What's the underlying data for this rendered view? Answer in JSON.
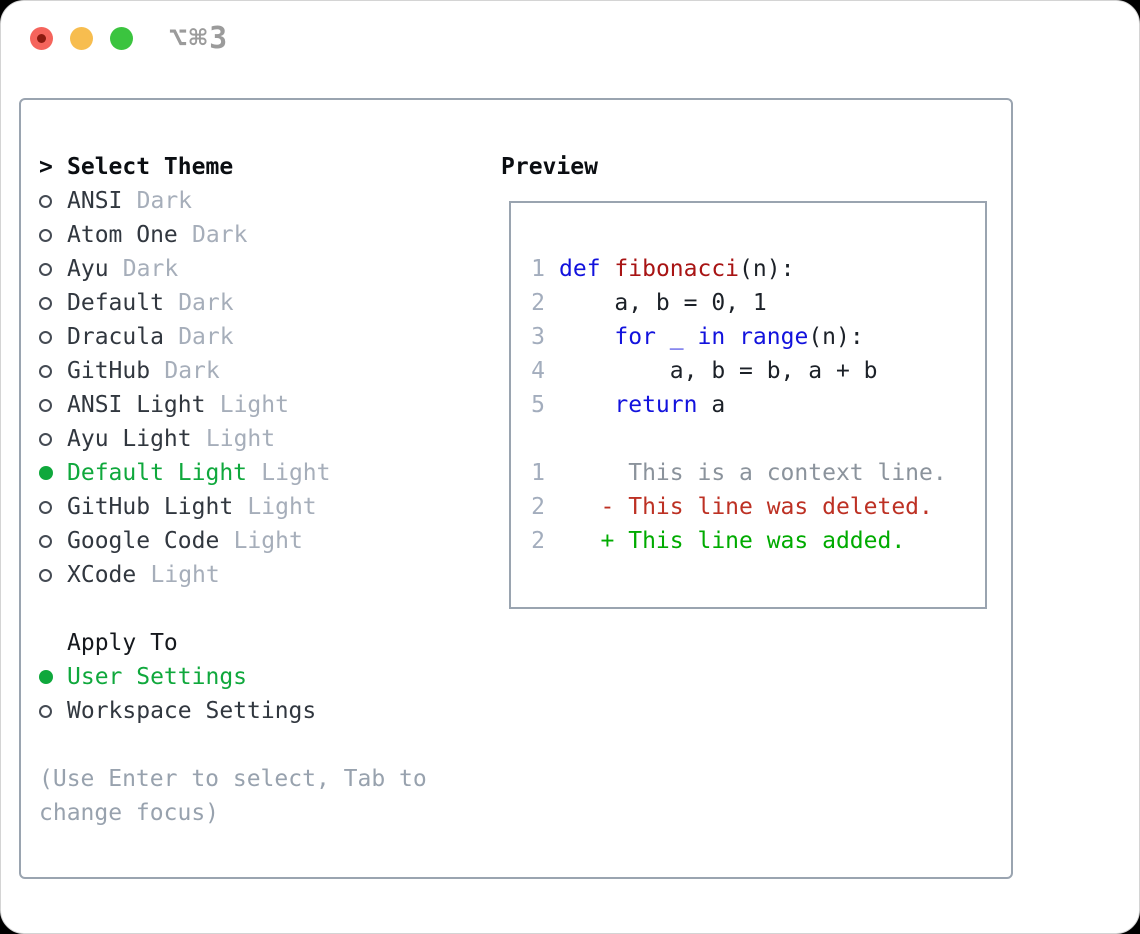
{
  "window": {
    "title": "⌥⌘3"
  },
  "colors": {
    "accent-green": "#0fa83c",
    "diff-added": "#00ab00",
    "diff-deleted": "#bd3124",
    "keyword-blue": "#1212dd",
    "function-red": "#a81414",
    "tag-gray": "#a6aeba",
    "help-gray": "#98a2ae",
    "context-gray": "#8b939c",
    "lineno-gray": "#a3adbd",
    "border-gray": "#9aa4b0",
    "traffic-red": "#f5645c",
    "traffic-red-dot": "#8c1a10",
    "traffic-yellow": "#f7bd4f",
    "traffic-green": "#3bc43f",
    "title-gray": "#9b9b9b"
  },
  "theme_panel": {
    "marker": ">",
    "header": "Select Theme",
    "items": [
      {
        "name": "ANSI",
        "tag": "Dark",
        "selected": false
      },
      {
        "name": "Atom One",
        "tag": "Dark",
        "selected": false
      },
      {
        "name": "Ayu",
        "tag": "Dark",
        "selected": false
      },
      {
        "name": "Default",
        "tag": "Dark",
        "selected": false
      },
      {
        "name": "Dracula",
        "tag": "Dark",
        "selected": false
      },
      {
        "name": "GitHub",
        "tag": "Dark",
        "selected": false
      },
      {
        "name": "ANSI Light",
        "tag": "Light",
        "selected": false
      },
      {
        "name": "Ayu Light",
        "tag": "Light",
        "selected": false
      },
      {
        "name": "Default Light",
        "tag": "Light",
        "selected": true
      },
      {
        "name": "GitHub Light",
        "tag": "Light",
        "selected": false
      },
      {
        "name": "Google Code",
        "tag": "Light",
        "selected": false
      },
      {
        "name": "XCode",
        "tag": "Light",
        "selected": false
      }
    ],
    "apply_to": {
      "header": "Apply To",
      "options": [
        {
          "name": "User Settings",
          "selected": true
        },
        {
          "name": "Workspace Settings",
          "selected": false
        }
      ]
    },
    "help": "(Use Enter to select, Tab to change focus)"
  },
  "preview": {
    "title": "Preview",
    "code_lines": [
      {
        "no": "1",
        "tokens": [
          {
            "t": "def",
            "c": "k"
          },
          {
            "t": " "
          },
          {
            "t": "fibonacci",
            "c": "f"
          },
          {
            "t": "(n):"
          }
        ]
      },
      {
        "no": "2",
        "tokens": [
          {
            "t": "    a, b = 0, 1"
          }
        ]
      },
      {
        "no": "3",
        "tokens": [
          {
            "t": "    "
          },
          {
            "t": "for",
            "c": "k"
          },
          {
            "t": " "
          },
          {
            "t": "_",
            "c": "k"
          },
          {
            "t": " "
          },
          {
            "t": "in",
            "c": "k"
          },
          {
            "t": " "
          },
          {
            "t": "range",
            "c": "k"
          },
          {
            "t": "(n):"
          }
        ]
      },
      {
        "no": "4",
        "tokens": [
          {
            "t": "        a, b = b, a + b"
          }
        ]
      },
      {
        "no": "5",
        "tokens": [
          {
            "t": "    "
          },
          {
            "t": "return",
            "c": "k"
          },
          {
            "t": " a"
          }
        ]
      }
    ],
    "diff_lines": [
      {
        "no": "1",
        "text": "     This is a context line.",
        "kind": "context"
      },
      {
        "no": "2",
        "text": "   - This line was deleted.",
        "kind": "deleted"
      },
      {
        "no": "2",
        "text": "   + This line was added.",
        "kind": "added"
      }
    ]
  }
}
